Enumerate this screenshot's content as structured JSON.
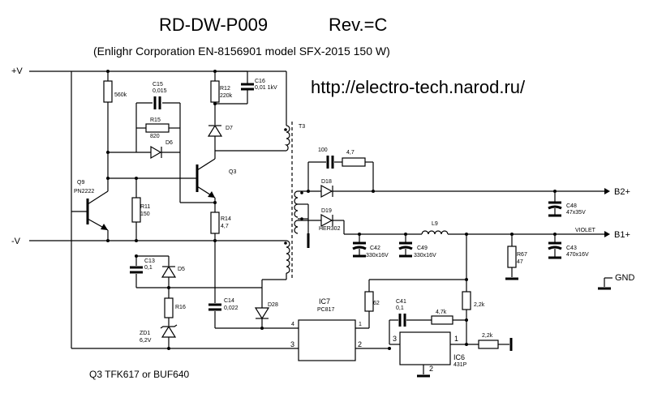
{
  "header": {
    "title": "RD-DW-P009",
    "revision": "Rev.=C",
    "subtitle": "(Enlighr Corporation   EN-8156901  model  SFX-2015   150 W)",
    "url": "http://electro-tech.narod.ru/"
  },
  "rails": {
    "plus_v": "+V",
    "minus_v": "-V",
    "b2": "B2+",
    "b1": "B1+",
    "gnd": "GND",
    "violet": "VIOLET"
  },
  "transformer": {
    "name": "T3"
  },
  "components": {
    "r_560k": "560k",
    "c15": "C15",
    "c15_val": "0,015",
    "r15": "R15",
    "r15_val": "820",
    "r12": "R12",
    "r12_val": "220k",
    "c16": "C16",
    "c16_val": "0,01 1kV",
    "d7": "D7",
    "d6": "D6",
    "q3": "Q3",
    "q9": "Q9",
    "q9_type": "PN2222",
    "r11": "R11",
    "r11_val": "150",
    "r14": "R14",
    "r14_val": "4,7",
    "c13": "C13",
    "c13_val": "0,1",
    "d5": "D5",
    "r16": "R16",
    "zd1": "ZD1",
    "zd1_val": "6,2V",
    "c14": "C14",
    "c14_val": "0,022",
    "d28": "D28",
    "ic7": "IC7",
    "ic7_type": "PC817",
    "ic7_pin4": "4",
    "ic7_pin1": "1",
    "ic7_pin3": "3",
    "ic7_pin2": "2",
    "r_62": "62",
    "c41": "C41",
    "c41_val": "0,1",
    "r_4k7": "4,7k",
    "ic6": "IC6",
    "ic6_type": "431P",
    "ic6_pin3": "3",
    "ic6_pin1": "1",
    "ic6_pin2": "2",
    "r_2k2a": "2,2k",
    "r_2k2b": "2,2k",
    "c_100": "100",
    "r_47": "4,7",
    "d18": "D18",
    "d19": "D19",
    "d19_type": "HER302",
    "l9": "L9",
    "c42": "C42",
    "c42_val": "330x16V",
    "c49": "C49",
    "c49_val": "330x16V",
    "r67": "R67",
    "r67_val": "47",
    "c43": "C43",
    "c43_val": "470x16V",
    "c48": "C48",
    "c48_val": "47x35V"
  },
  "footer": {
    "note": "Q3   TFK617   or    BUF640"
  }
}
